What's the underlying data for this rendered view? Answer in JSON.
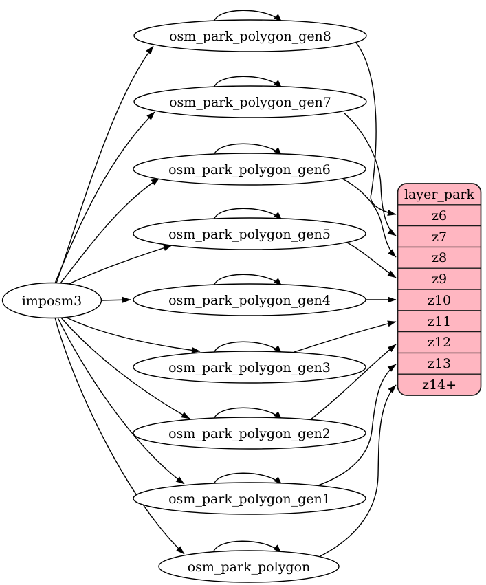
{
  "source": {
    "label": "imposm3"
  },
  "generalized_tables": [
    {
      "label": "osm_park_polygon_gen8",
      "feeds_zoom": "z6"
    },
    {
      "label": "osm_park_polygon_gen7",
      "feeds_zoom": "z7"
    },
    {
      "label": "osm_park_polygon_gen6",
      "feeds_zoom": "z8"
    },
    {
      "label": "osm_park_polygon_gen5",
      "feeds_zoom": "z9"
    },
    {
      "label": "osm_park_polygon_gen4",
      "feeds_zoom": "z10"
    },
    {
      "label": "osm_park_polygon_gen3",
      "feeds_zoom": "z11"
    },
    {
      "label": "osm_park_polygon_gen2",
      "feeds_zoom": "z12"
    },
    {
      "label": "osm_park_polygon_gen1",
      "feeds_zoom": "z13"
    },
    {
      "label": "osm_park_polygon",
      "feeds_zoom": "z14+"
    }
  ],
  "layer_table": {
    "title": "layer_park",
    "fill": "#ffb6c1",
    "rows": [
      "z6",
      "z7",
      "z8",
      "z9",
      "z10",
      "z11",
      "z12",
      "z13",
      "z14+"
    ]
  },
  "colors": {
    "edge": "#000000",
    "node_fill": "#ffffff",
    "table_fill": "#ffb6c1",
    "background": "#ffffff"
  }
}
